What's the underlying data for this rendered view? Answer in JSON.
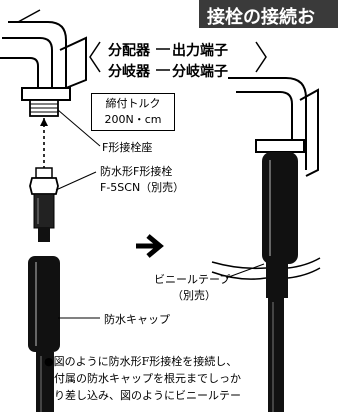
{
  "header": {
    "title": "接栓の接続お"
  },
  "labels": {
    "row1_left": "分配器",
    "row1_right": "出力端子",
    "row2_left": "分岐器",
    "row2_right": "分岐端子",
    "torque_line1": "締付トルク",
    "torque_line2": "200N・cm",
    "f_seat": "F形接栓座",
    "wp_connector_line1": "防水形F形接栓",
    "wp_connector_line2": "F-5SCN（別売）",
    "vinyl_tape_line1": "ビニールテープ",
    "vinyl_tape_line2": "（別売）",
    "wp_cap": "防水キャップ"
  },
  "note": {
    "line1": "●図のように防水形F形接栓を接続し、",
    "line2": "付属の防水キャップを根元までしっか",
    "line3": "り差し込み、図のようにビニールテー"
  }
}
